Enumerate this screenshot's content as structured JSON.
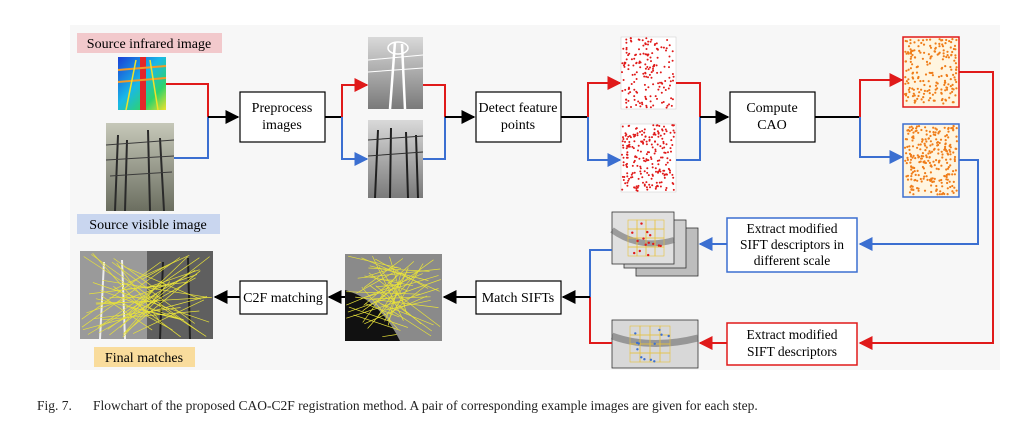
{
  "labels": {
    "source_infrared": "Source infrared image",
    "source_visible": "Source visible image",
    "final_matches": "Final matches"
  },
  "steps": {
    "preprocess": [
      "Preprocess",
      "images"
    ],
    "detect": [
      "Detect feature",
      "points"
    ],
    "compute": [
      "Compute",
      "CAO"
    ],
    "extract_multi": [
      "Extract modified",
      "SIFT descriptors in",
      "different scale"
    ],
    "extract_single": [
      "Extract modified",
      "SIFT descriptors"
    ],
    "match": [
      "Match SIFTs"
    ],
    "c2f": [
      "C2F matching"
    ]
  },
  "caption": {
    "number": "Fig. 7.",
    "text": "Flowchart of the proposed CAO-C2F registration method. A pair of corresponding example images are given for each step."
  },
  "colors": {
    "infrared_path": "#e01a1a",
    "visible_path": "#3b6fd1",
    "infrared_label_bg": "#f2c9cc",
    "visible_label_bg": "#c9d6ef",
    "final_label_bg": "#f9dc9c",
    "feature_points": "#e01a1a",
    "cao_fill": "#ef7d1a",
    "figure_bg": "#f7f7f7"
  }
}
